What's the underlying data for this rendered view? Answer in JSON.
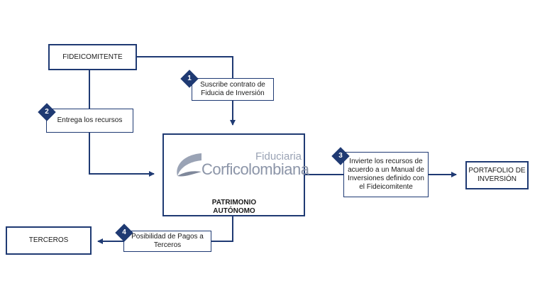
{
  "nodes": {
    "fideicomitente": "FIDEICOMITENTE",
    "step1": "Suscribe contrato de\nFiducia de Inversión",
    "step2": "Entrega los recursos",
    "step3": "Invierte los recursos de\nacuerdo a un Manual de\nInversiones definido con\nel Fideicomitente",
    "step4": "Posibilidad de Pagos a\nTerceros",
    "portafolio": "PORTAFOLIO DE\nINVERSIÓN",
    "terceros": "TERCEROS",
    "patrimonio": "PATRIMONIO\nAUTÓNOMO"
  },
  "badges": {
    "one": "1",
    "two": "2",
    "three": "3",
    "four": "4"
  },
  "logo": {
    "line1": "Fiduciaria",
    "line2": "Corficolombiana"
  },
  "colors": {
    "stroke": "#1f3a73",
    "logo_gray": "#8c95a8"
  }
}
